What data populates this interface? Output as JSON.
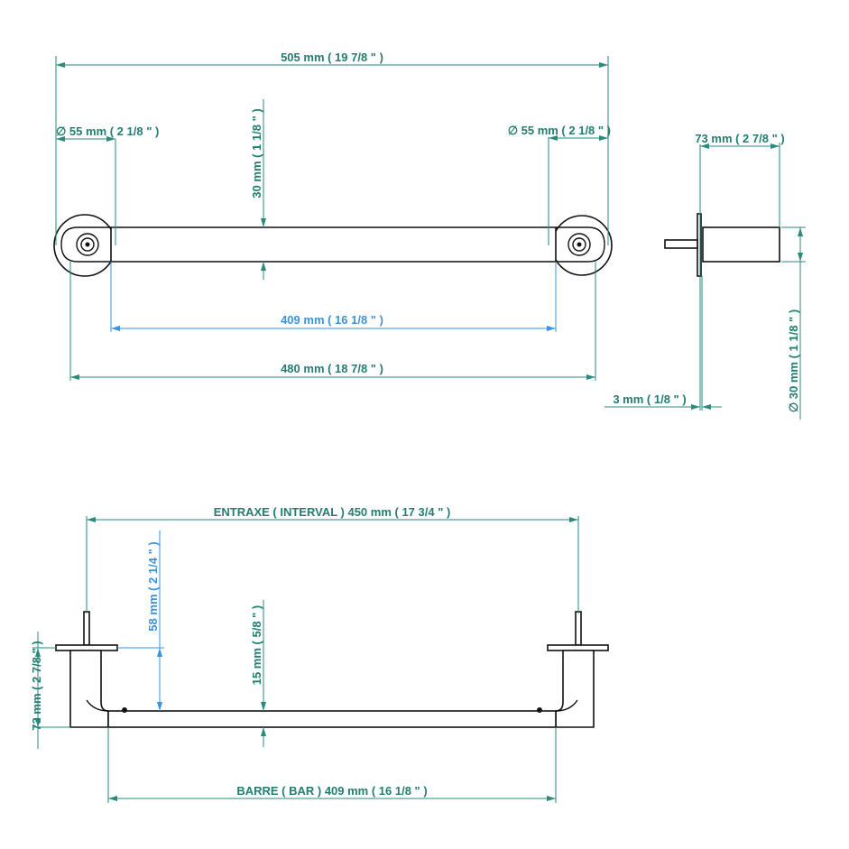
{
  "top_view": {
    "overall_width": "505 mm ( 19 7/8 \" )",
    "rosette_left": "∅ 55 mm ( 2 1/8 \" )",
    "rosette_right": "∅ 55 mm ( 2 1/8 \" )",
    "bar_height": "30 mm ( 1 1/8 \" )",
    "bar_length": "409 mm ( 16 1/8 \" )",
    "center_width": "480 mm ( 18 7/8 \" )"
  },
  "side_view": {
    "projection": "73 mm ( 2 7/8 \" )",
    "flange_thickness": "3 mm ( 1/8 \" )",
    "post_diameter": "∅ 30 mm ( 1 1/8 \" )"
  },
  "front_view": {
    "interval": "ENTRAXE ( INTERVAL )  450 mm ( 17 3/4 \" )",
    "clearance": "58 mm ( 2 1/4 \" )",
    "bar_thickness": "15 mm ( 5/8 \" )",
    "projection": "73 mm ( 2 7/8 \" )",
    "bar_length": "BARRE ( BAR )  409 mm ( 16 1/8 \" )"
  },
  "colors": {
    "dimension": "#2a8a7c",
    "highlight": "#3b93e0",
    "outline": "#111111"
  }
}
